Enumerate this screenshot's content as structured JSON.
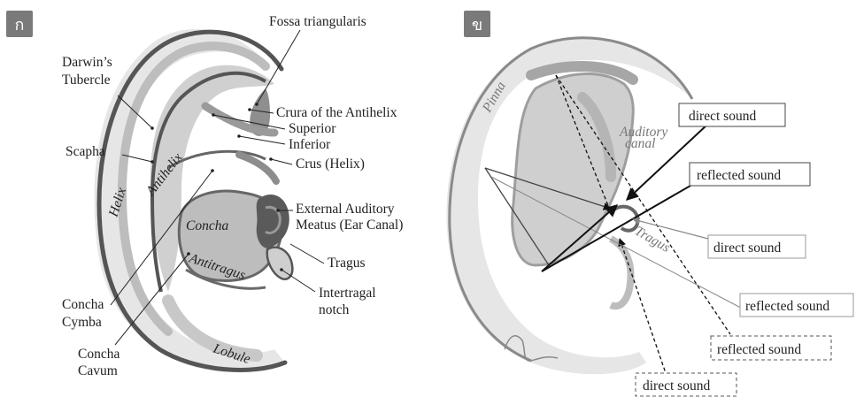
{
  "panel_a": {
    "badge": "ก",
    "labels": {
      "fossa": "Fossa triangularis",
      "darwin_1": "Darwin’s",
      "darwin_2": "Tubercle",
      "crura": "Crura of the Antihelix",
      "superior": "Superior",
      "inferior": "Inferior",
      "scapha": "Scapha",
      "crus": "Crus (Helix)",
      "antihelix": "Antihelix",
      "helix": "Helix",
      "concha": "Concha",
      "meatus_1": "External Auditory",
      "meatus_2": "Meatus (Ear Canal)",
      "tragus": "Tragus",
      "antitragus": "Antitragus",
      "intertragal_1": "Intertragal",
      "intertragal_2": "notch",
      "cymba_1": "Concha",
      "cymba_2": "Cymba",
      "cavum_1": "Concha",
      "cavum_2": "Cavum",
      "lobule": "Lobule"
    }
  },
  "panel_b": {
    "badge": "ข",
    "labels": {
      "pinna": "Pinna",
      "auditory_1": "Auditory",
      "auditory_2": "canal",
      "tragus": "Tragus"
    },
    "boxes": {
      "direct_1": "direct sound",
      "reflected_1": "reflected sound",
      "direct_2": "direct sound",
      "reflected_2": "reflected sound",
      "reflected_3": "reflected sound",
      "direct_3": "direct sound"
    }
  }
}
